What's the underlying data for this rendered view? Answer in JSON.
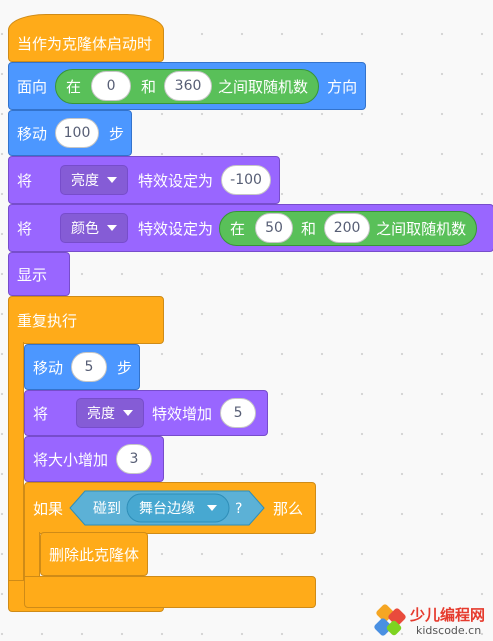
{
  "blocks": {
    "hat_label": "当作为克隆体启动时",
    "point": {
      "label": "面向",
      "rand_pre": "在",
      "rand_from": "0",
      "rand_and": "和",
      "rand_to": "360",
      "rand_post": "之间取随机数",
      "suffix": "方向"
    },
    "move1": {
      "label": "移动",
      "value": "100",
      "suffix": "步"
    },
    "effect1": {
      "prefix": "将",
      "effect": "亮度",
      "mid": "特效设定为",
      "value": "-100"
    },
    "effect2": {
      "prefix": "将",
      "effect": "颜色",
      "mid": "特效设定为",
      "rand_pre": "在",
      "rand_from": "50",
      "rand_and": "和",
      "rand_to": "200",
      "rand_post": "之间取随机数"
    },
    "show_label": "显示",
    "forever_label": "重复执行",
    "move2": {
      "label": "移动",
      "value": "5",
      "suffix": "步"
    },
    "change_effect": {
      "prefix": "将",
      "effect": "亮度",
      "mid": "特效增加",
      "value": "5"
    },
    "change_size": {
      "label": "将大小增加",
      "value": "3"
    },
    "if": {
      "label": "如果",
      "touch_label": "碰到",
      "touch_target": "舞台边缘",
      "question": "?",
      "then": "那么"
    },
    "delete_clone": "删除此克隆体",
    "loop_arrow": "↻"
  },
  "watermark": {
    "brand": "少儿编程网",
    "domain": "kidscode.cn"
  },
  "colors": {
    "motion": "#4c97ff",
    "looks": "#9966ff",
    "control": "#ffab19",
    "operators": "#59c059",
    "sensing": "#5cb1d6"
  }
}
